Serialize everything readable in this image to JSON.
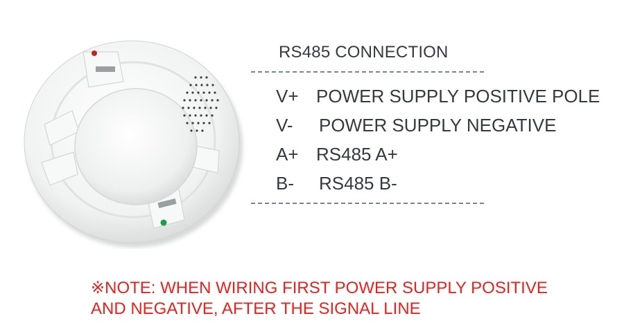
{
  "connection": {
    "title": "RS485 CONNECTION",
    "pins": [
      {
        "code": "V+",
        "desc": "POWER SUPPLY POSITIVE POLE"
      },
      {
        "code": "V-",
        "desc": "POWER SUPPLY NEGATIVE"
      },
      {
        "code": "A+",
        "desc": "RS485 A+"
      },
      {
        "code": "B-",
        "desc": "RS485 B-"
      }
    ]
  },
  "note": {
    "line1": "※NOTE: WHEN WIRING FIRST POWER SUPPLY POSITIVE",
    "line2": "AND NEGATIVE, AFTER THE SIGNAL LINE"
  },
  "colors": {
    "text": "#333a40",
    "dash": "#6f8797",
    "note": "#e8211d",
    "led_red": "#c0271c",
    "led_green": "#18a043"
  },
  "detector": {
    "led_top": "red",
    "led_bottom": "green"
  }
}
